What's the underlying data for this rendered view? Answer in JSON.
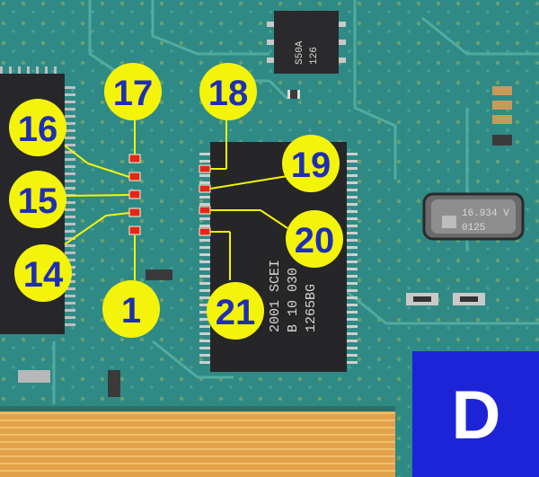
{
  "panel": {
    "label": "D"
  },
  "callouts": [
    {
      "id": "c17",
      "number": "17"
    },
    {
      "id": "c16",
      "number": "16"
    },
    {
      "id": "c15",
      "number": "15"
    },
    {
      "id": "c14",
      "number": "14"
    },
    {
      "id": "c1",
      "number": "1"
    },
    {
      "id": "c18",
      "number": "18"
    },
    {
      "id": "c19",
      "number": "19"
    },
    {
      "id": "c20",
      "number": "20"
    },
    {
      "id": "c21",
      "number": "21"
    }
  ],
  "chip_markings": {
    "large_ic_line1": "2001 SCEI",
    "large_ic_line2": "B 10 030",
    "large_ic_line3": "1265BG",
    "small_ic_line1": "126",
    "small_ic_line2": "S50A",
    "crystal_line1": "16.934 V",
    "crystal_line2": "0125"
  },
  "colors": {
    "board": "#2f8a86",
    "callout_fill": "#f4f40a",
    "callout_text": "#1f2fb3",
    "panel_bg": "#1d24d8",
    "leader_line": "#f4f40a",
    "pad_marker": "#e3261b"
  }
}
